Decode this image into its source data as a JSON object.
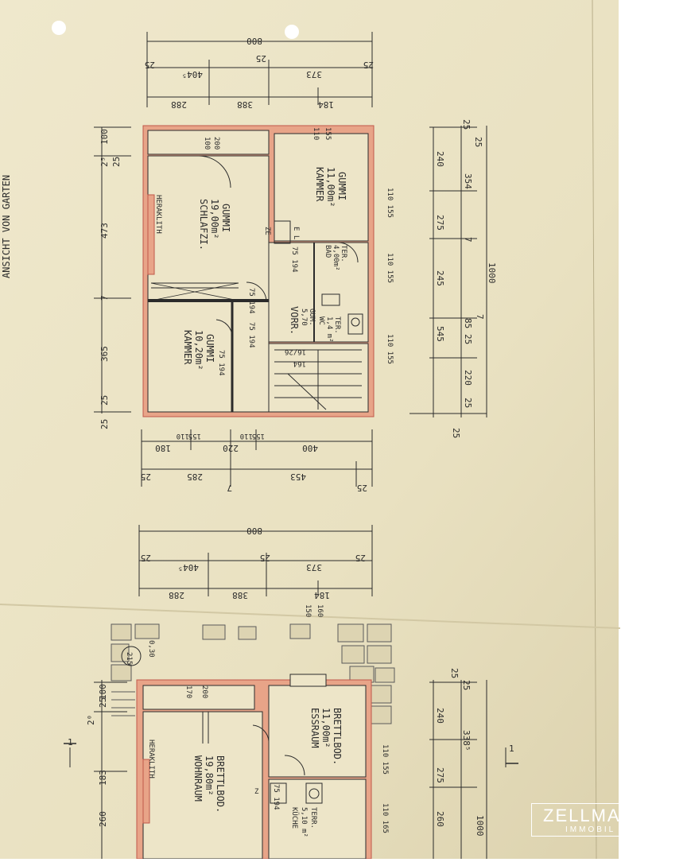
{
  "sheet_title": "ANSICHT VON GARTEN",
  "upper_plan": {
    "top_dims": {
      "total": "800",
      "row1": [
        "25",
        "404⁵",
        "25",
        "373",
        "25"
      ],
      "row2": [
        "288",
        "388",
        "184"
      ],
      "openings": [
        "110",
        "155"
      ]
    },
    "left_dims": [
      "2⁵",
      "25",
      "100",
      "473",
      "7",
      "365",
      "25",
      "25"
    ],
    "right_dims": [
      "25",
      "25",
      "240",
      "354",
      "275",
      "7",
      "245",
      "545",
      "1000",
      "85",
      "25",
      "7",
      "220",
      "25",
      "25"
    ],
    "bottom_dims": {
      "row1": [
        "180",
        "110",
        "155",
        "220",
        "110",
        "155",
        "400"
      ],
      "row2": [
        "25",
        "285",
        "7",
        "453",
        "25"
      ]
    },
    "rooms": [
      {
        "name": "SCHLAFZI.",
        "area": "19,00m²",
        "floor": "GUMMI"
      },
      {
        "name": "KAMMER",
        "area": "11,00m²",
        "floor": "GUMMI"
      },
      {
        "name": "KAMMER",
        "area": "10,20m²",
        "floor": "GUMMI"
      },
      {
        "name": "VORR.",
        "area": "5,70",
        "floor": "GUM."
      },
      {
        "name": "BAD",
        "area": "4,00m²",
        "floor": "TER."
      },
      {
        "name": "WC",
        "area": "1,4 m²",
        "floor": "TER."
      }
    ],
    "labels": [
      "HERAKLITH",
      "ZE",
      "75 194",
      "75 194",
      "75 194",
      "75 194",
      "164",
      "16/26",
      "100",
      "200",
      "110 155",
      "110 155",
      "110 155",
      "E L"
    ]
  },
  "lower_plan": {
    "top_dims": {
      "total": "800",
      "row1": [
        "25",
        "404⁵",
        "25",
        "373",
        "25"
      ],
      "row2": [
        "288",
        "388",
        "184"
      ],
      "openings": [
        "150",
        "160"
      ]
    },
    "left_dims": [
      "2⁰",
      "25",
      "100",
      "183",
      "260",
      "1"
    ],
    "right_dims": [
      "25",
      "25",
      "240",
      "338⁵",
      "275",
      "260",
      "1000",
      "1"
    ],
    "rooms": [
      {
        "name": "WOHNRAUM",
        "area": "19,80m²",
        "floor": "BRETTLBOD."
      },
      {
        "name": "ESSRAUM",
        "area": "11,00m²",
        "floor": "BRETTLBOD."
      },
      {
        "name": "KÜCHE",
        "area": "5,10 m²",
        "floor": "TERR."
      }
    ],
    "labels": [
      "HERAKLITH",
      "0,30",
      "215",
      "170",
      "200",
      "110 155",
      "110 165",
      "75 194",
      "Z"
    ]
  },
  "watermark": {
    "line1": "ZELLMA",
    "line2": "IMMOBIL"
  },
  "colors": {
    "paper": "#ebe3c5",
    "wall_fill": "#e8a488",
    "wall_line": "#c0584a",
    "ink": "#2b2b2b",
    "margin": "#ffffff"
  }
}
